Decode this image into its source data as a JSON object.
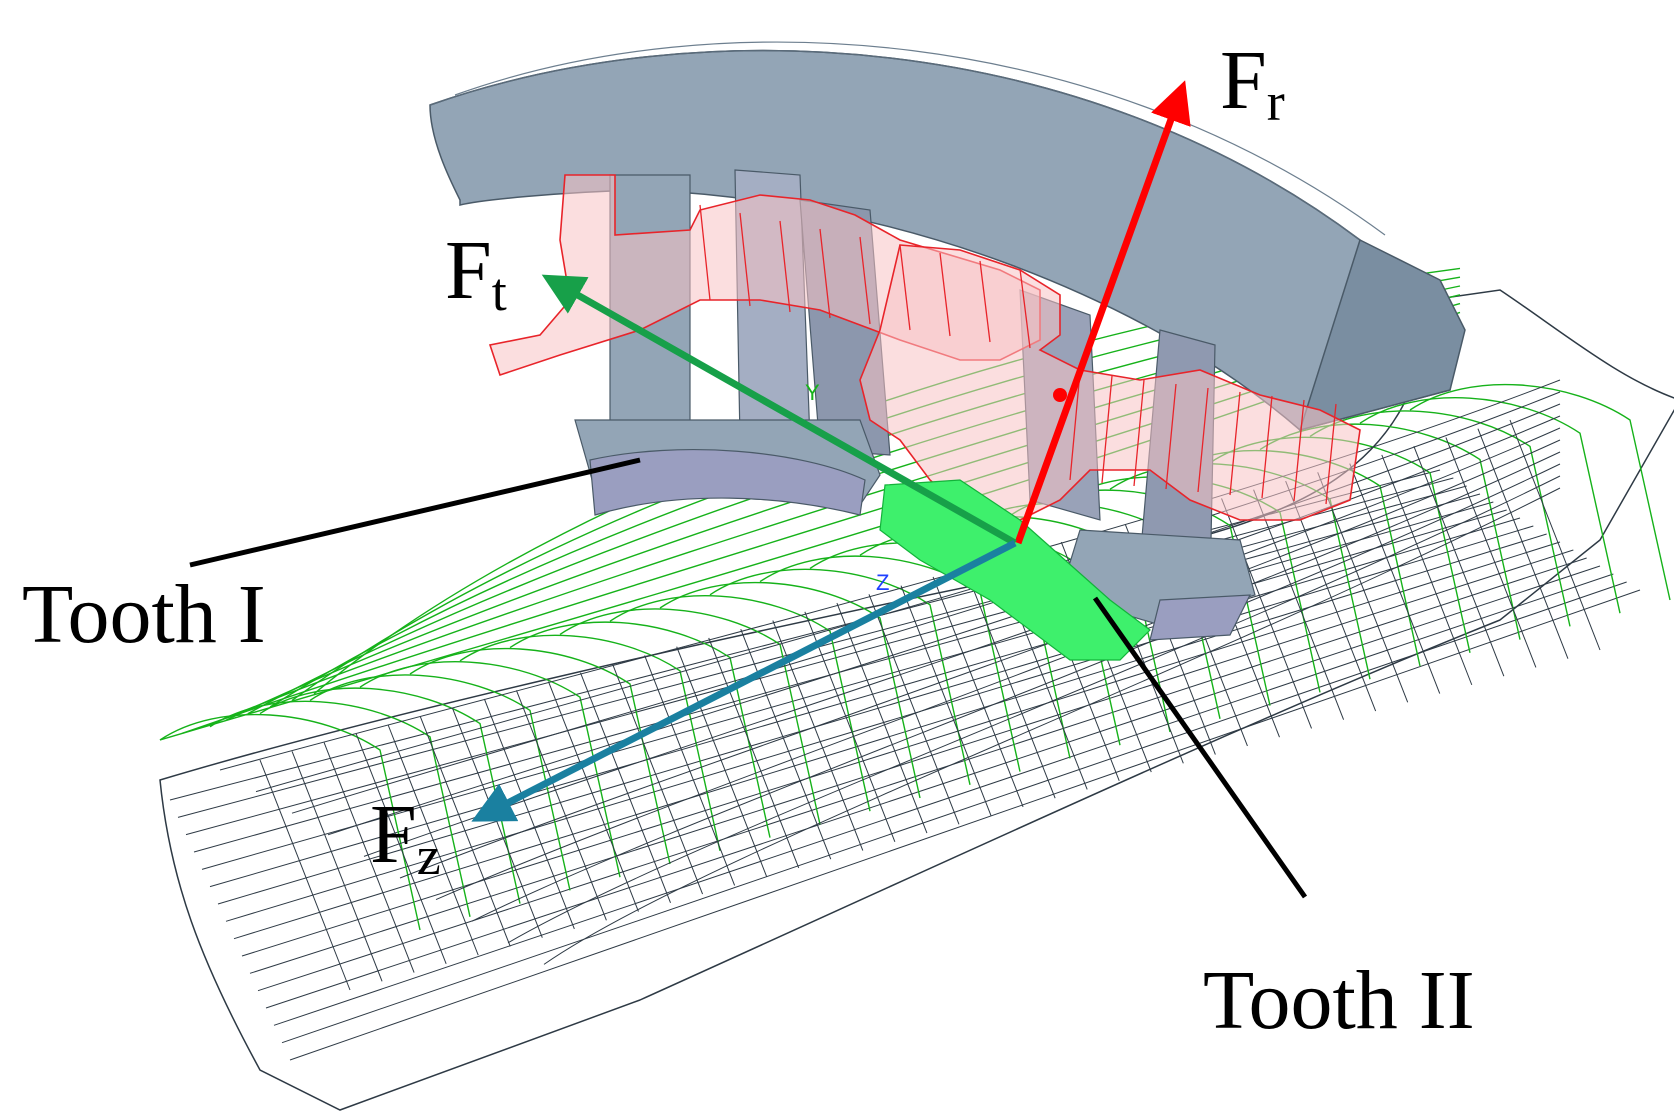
{
  "labels": {
    "fr_main": "F",
    "fr_sub": "r",
    "ft_main": "F",
    "ft_sub": "t",
    "fz_main": "F",
    "fz_sub": "z",
    "tooth1": "Tooth I",
    "tooth2": "Tooth II",
    "axis_y": "Y",
    "axis_z": "Z"
  },
  "colors": {
    "stator": "#93a5b6",
    "stator_dark": "#7a8ea1",
    "tooth_face": "#9a9ec0",
    "winding": "#e8242a",
    "winding_fill": "#f7c2c4",
    "mesh_green": "#16b21a",
    "mesh_dark": "#2e3a45",
    "contact": "#3ef06c",
    "force_r": "#ff0000",
    "force_t": "#17a049",
    "force_z": "#1a80a0",
    "leader": "#000000"
  }
}
